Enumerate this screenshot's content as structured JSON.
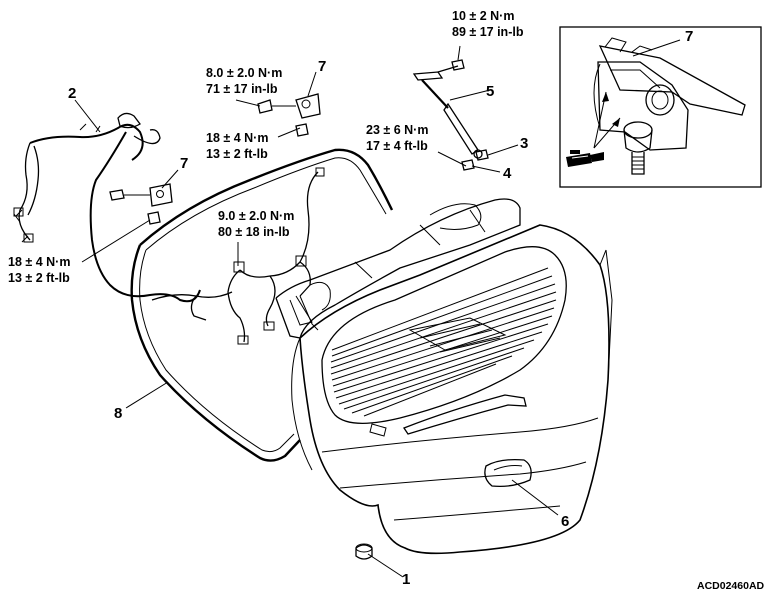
{
  "figure": {
    "code": "ACD02460AD",
    "callouts": [
      {
        "id": "c1",
        "text": "1"
      },
      {
        "id": "c2",
        "text": "2"
      },
      {
        "id": "c3",
        "text": "3"
      },
      {
        "id": "c4",
        "text": "4"
      },
      {
        "id": "c5",
        "text": "5"
      },
      {
        "id": "c6",
        "text": "6"
      },
      {
        "id": "c7a",
        "text": "7"
      },
      {
        "id": "c7b",
        "text": "7"
      },
      {
        "id": "c7c",
        "text": "7"
      },
      {
        "id": "c8",
        "text": "8"
      }
    ],
    "torques": [
      {
        "id": "t1",
        "line1": "10 ± 2 N·m",
        "line2": "89 ± 17 in-lb"
      },
      {
        "id": "t2",
        "line1": "8.0 ± 2.0 N·m",
        "line2": "71 ± 17 in-lb"
      },
      {
        "id": "t3",
        "line1": "18 ± 4 N·m",
        "line2": "13 ± 2 ft-lb"
      },
      {
        "id": "t4",
        "line1": "23 ± 6 N·m",
        "line2": "17 ± 4 ft-lb"
      },
      {
        "id": "t5",
        "line1": "9.0 ± 2.0 N·m",
        "line2": "80 ± 18 in-lb"
      },
      {
        "id": "t6",
        "line1": "18 ± 4 N·m",
        "line2": "13 ± 2 ft-lb"
      }
    ]
  }
}
